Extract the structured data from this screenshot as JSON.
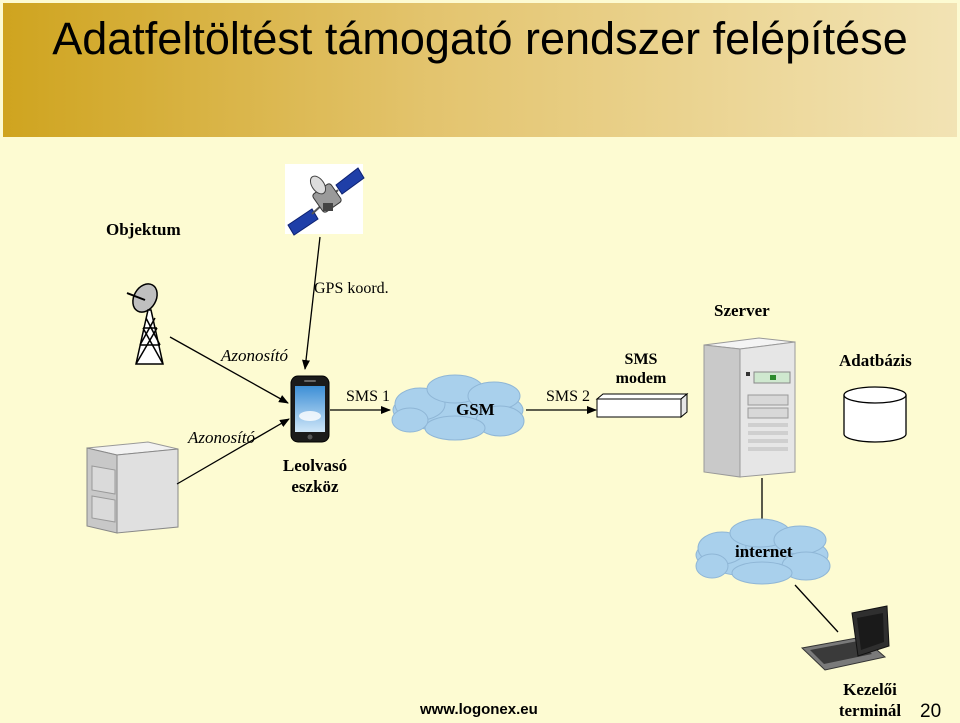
{
  "title": "Adatfeltöltést támogató rendszer felépítése",
  "labels": {
    "objektum": "Objektum",
    "gps_koord": "GPS koord.",
    "szerver": "Szerver",
    "azonosito_1": "Azonosító",
    "azonosito_2": "Azonosító",
    "sms1": "SMS 1",
    "sms2": "SMS 2",
    "gsm": "GSM",
    "sms_modem_line1": "SMS",
    "sms_modem_line2": "modem",
    "adatbazis": "Adatbázis",
    "leolvaso_line1": "Leolvasó",
    "leolvaso_line2": "eszköz",
    "internet": "internet",
    "kezeloi_line1": "Kezelői",
    "kezeloi_line2": "terminál"
  },
  "footer": {
    "url": "www.logonex.eu",
    "page_number": "20"
  },
  "colors": {
    "cloud_fill": "#a9d0ec",
    "background": "#fdfbd2",
    "title_gradient_start": "#cfa41f"
  }
}
